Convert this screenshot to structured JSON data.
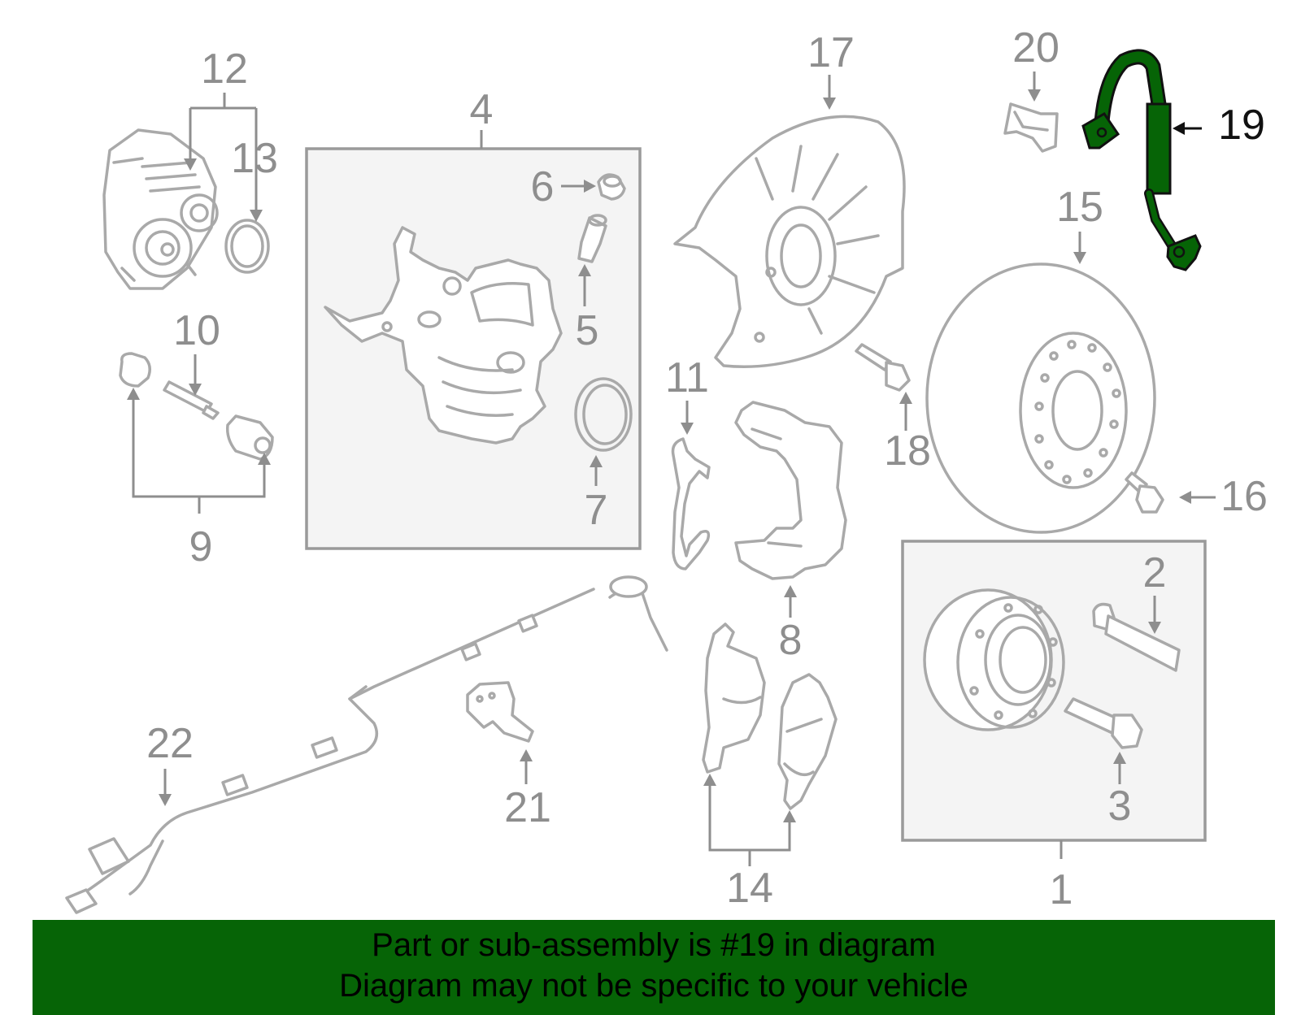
{
  "callouts": {
    "c1": "1",
    "c2": "2",
    "c3": "3",
    "c4": "4",
    "c5": "5",
    "c6": "6",
    "c7": "7",
    "c8": "8",
    "c9": "9",
    "c10": "10",
    "c11": "11",
    "c12": "12",
    "c13": "13",
    "c14": "14",
    "c15": "15",
    "c16": "16",
    "c17": "17",
    "c18": "18",
    "c19": "19",
    "c20": "20",
    "c21": "21",
    "c22": "22"
  },
  "highlight": {
    "part": "19",
    "color": "#066406"
  },
  "banner": {
    "line1": "Part or sub-assembly is #19 in diagram",
    "line2": "Diagram may not be specific to your vehicle",
    "background": "#066406"
  }
}
